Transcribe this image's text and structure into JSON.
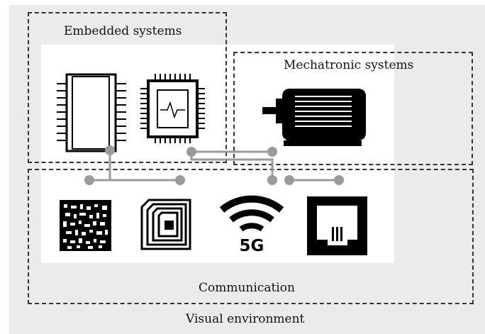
{
  "labels": {
    "embedded": "Embedded systems",
    "mechatronic": "Mechatronic systems",
    "communication": "Communication",
    "environment": "Visual environment",
    "fiveg": "5G"
  },
  "icons": [
    "ic-chip-icon",
    "microcontroller-icon",
    "electric-motor-icon",
    "qr-code-icon",
    "rfid-tag-icon",
    "5g-wireless-icon",
    "ethernet-port-icon"
  ],
  "colors": {
    "connector": "#9a9a9a",
    "background": "#ebebeb",
    "panel": "#ffffff",
    "ink": "#000000"
  }
}
